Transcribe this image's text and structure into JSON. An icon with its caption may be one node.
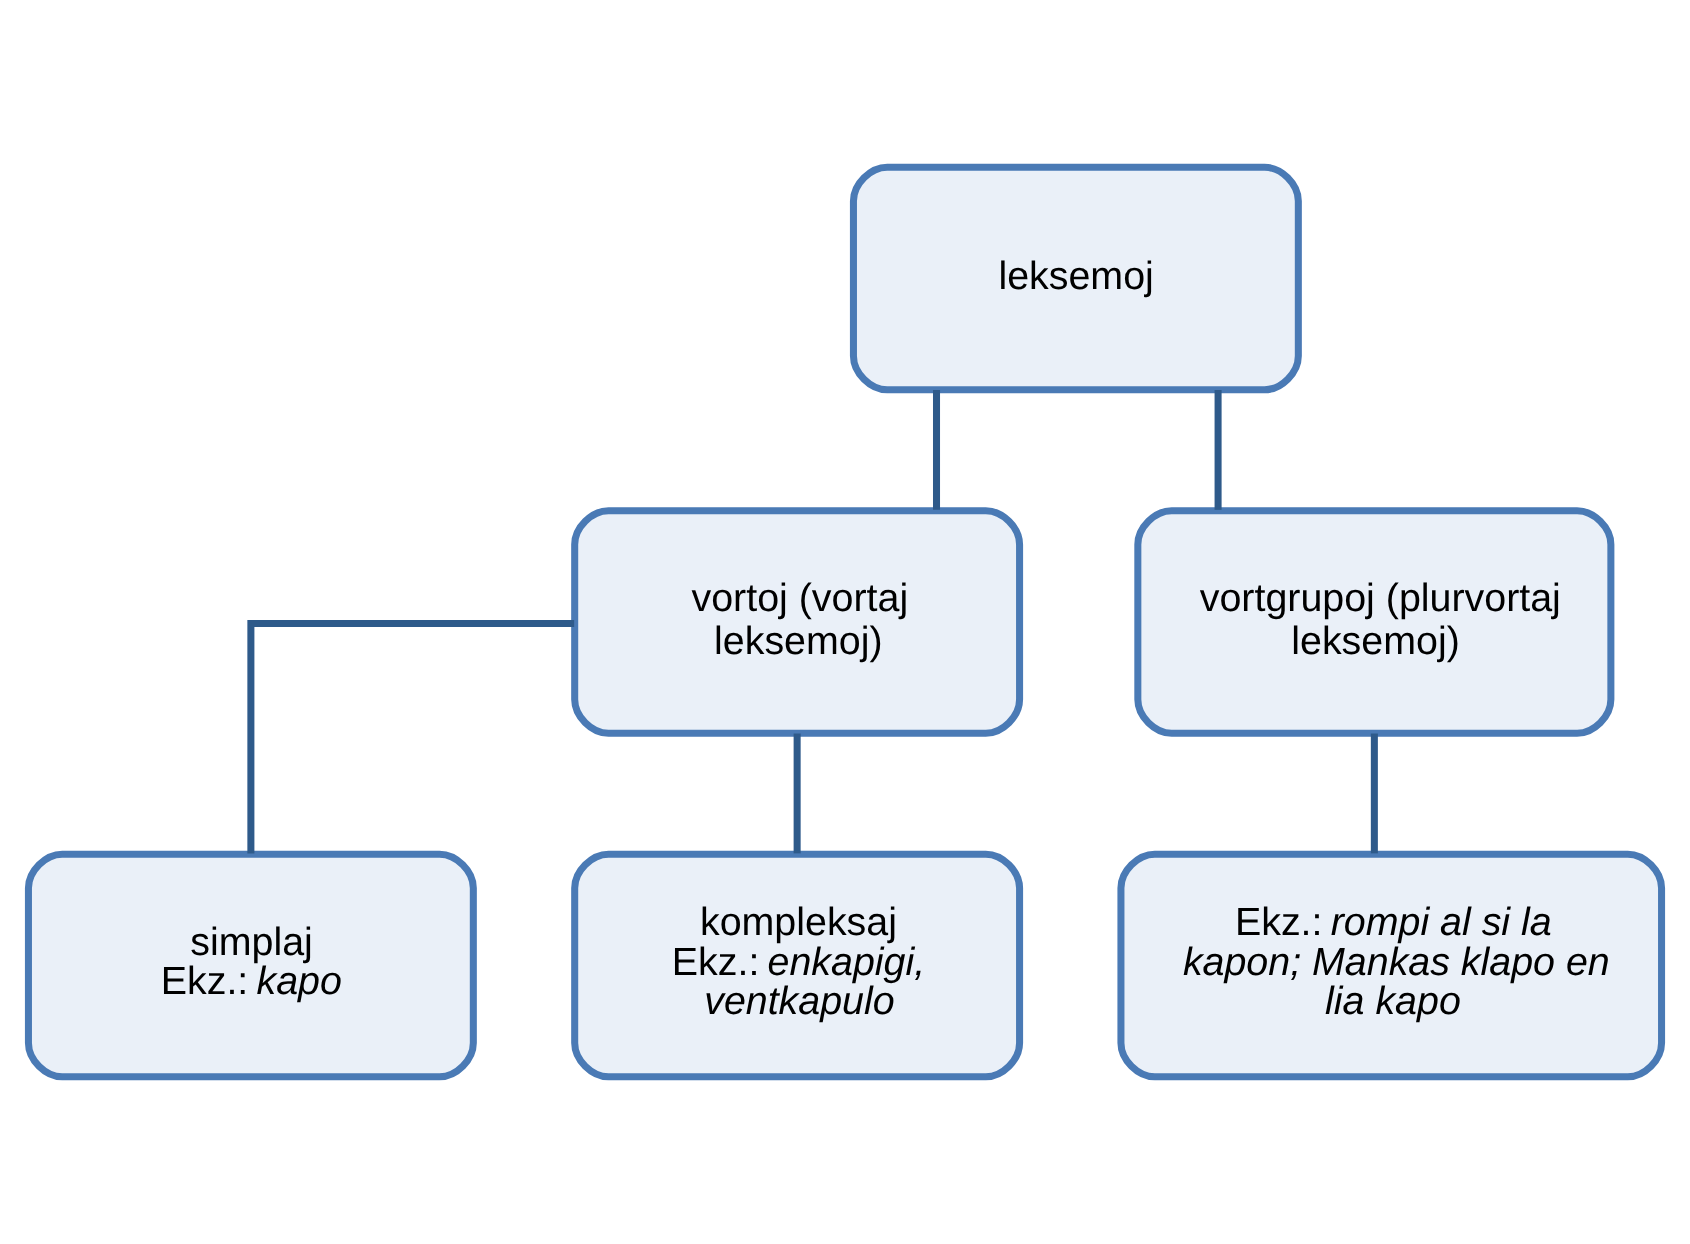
{
  "diagram": {
    "nodes": [
      {
        "text": [
          "leksemoj"
        ]
      },
      {
        "text": [
          "vortoj (vortaj leksemoj)"
        ]
      },
      {
        "text": [
          "vortgrupoj (plurvortaj leksemoj)"
        ]
      },
      {
        "text": [
          "simplaj",
          "Ekz.: *kapo*"
        ]
      },
      {
        "text": [
          "kompleksaj",
          "Ekz.: *enkapigi, ventkapulo*"
        ]
      },
      {
        "text": [
          "Ekz.: *rompi al si la kapon; Mankas klapo en lia kapo*"
        ]
      }
    ],
    "edges": [
      {
        "from": 0,
        "to": 1,
        "arrow": "none"
      },
      {
        "from": 0,
        "to": 2,
        "arrow": "none"
      },
      {
        "from": 1,
        "to": 3,
        "arrow": "none"
      },
      {
        "from": 1,
        "to": 4,
        "arrow": "none"
      },
      {
        "from": 2,
        "to": 5,
        "arrow": "none"
      }
    ]
  }
}
